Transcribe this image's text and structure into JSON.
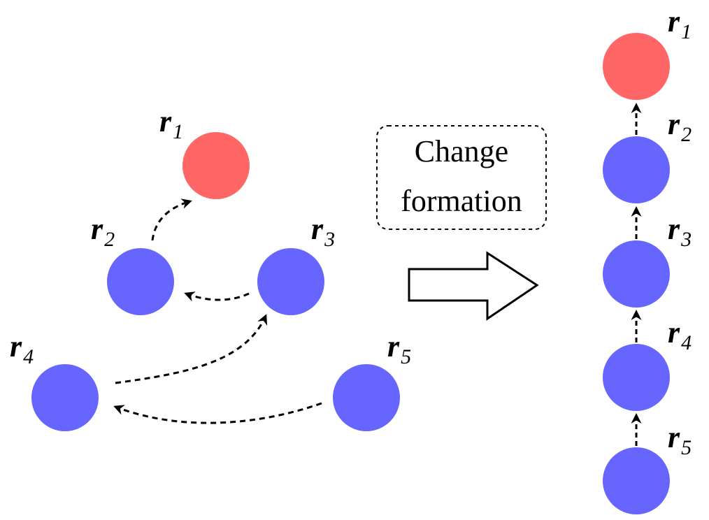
{
  "colors": {
    "leader": "#ff6666",
    "follower": "#6666ff",
    "stroke": "#000000",
    "background": "#ffffff"
  },
  "robot_symbol": "r",
  "robots": [
    {
      "id": "r1",
      "index": "1",
      "role": "leader"
    },
    {
      "id": "r2",
      "index": "2",
      "role": "follower"
    },
    {
      "id": "r3",
      "index": "3",
      "role": "follower"
    },
    {
      "id": "r4",
      "index": "4",
      "role": "follower"
    },
    {
      "id": "r5",
      "index": "5",
      "role": "follower"
    }
  ],
  "caption": {
    "line1": "Change",
    "line2": "formation"
  },
  "left_follow_links": [
    {
      "from": "r2",
      "to": "r1"
    },
    {
      "from": "r3",
      "to": "r2"
    },
    {
      "from": "r4",
      "to": "r3"
    },
    {
      "from": "r5",
      "to": "r4"
    }
  ],
  "right_chain_order": [
    "r1",
    "r2",
    "r3",
    "r4",
    "r5"
  ],
  "transition_arrow": {
    "direction": "right",
    "style": "hollow-block"
  }
}
